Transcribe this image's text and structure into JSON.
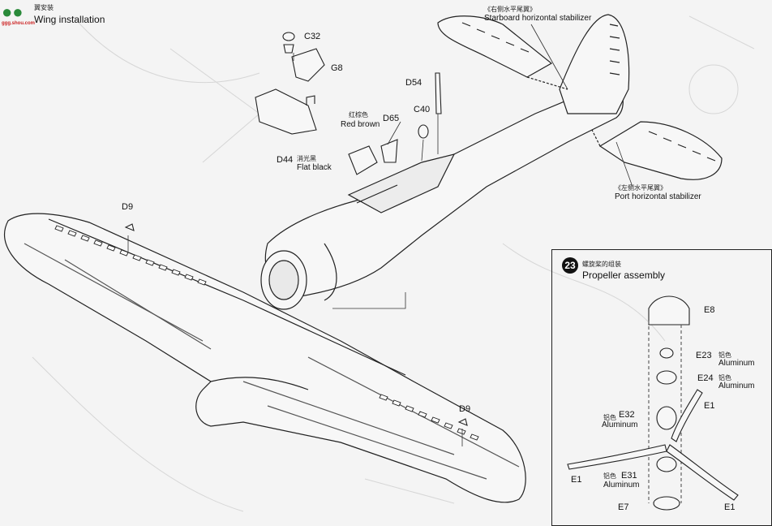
{
  "header": {
    "step_cn": "翼安装",
    "step_en": "Wing installation"
  },
  "watermark": {
    "text": "ggg.shou.com"
  },
  "parts": {
    "c32": "C32",
    "g8": "G8",
    "d44": "D44",
    "d44_cn": "消光黑",
    "d44_color": "Flat black",
    "d65": "D65",
    "d65_cn": "红棕色",
    "d65_color": "Red brown",
    "c40": "C40",
    "d54": "D54",
    "d9_left": "D9",
    "d9_right": "D9",
    "starboard_cn": "《右侧水平尾翼》",
    "starboard": "Starboard horizontal stabilizer",
    "port_cn": "《左侧水平尾翼》",
    "port": "Port horizontal stabilizer"
  },
  "propeller_panel": {
    "step_number": "23",
    "title_cn": "螺旋桨的组装",
    "title_en": "Propeller assembly",
    "e8": "E8",
    "e23": "E23",
    "e23_cn": "铝色",
    "e23_color": "Aluminum",
    "e24": "E24",
    "e24_cn": "铝色",
    "e24_color": "Aluminum",
    "e1_top": "E1",
    "e32": "E32",
    "e32_cn": "铝色",
    "e32_color": "Aluminum",
    "e31": "E31",
    "e31_cn": "铝色",
    "e31_color": "Aluminum",
    "e1_left": "E1",
    "e7": "E7",
    "e1_right": "E1"
  }
}
